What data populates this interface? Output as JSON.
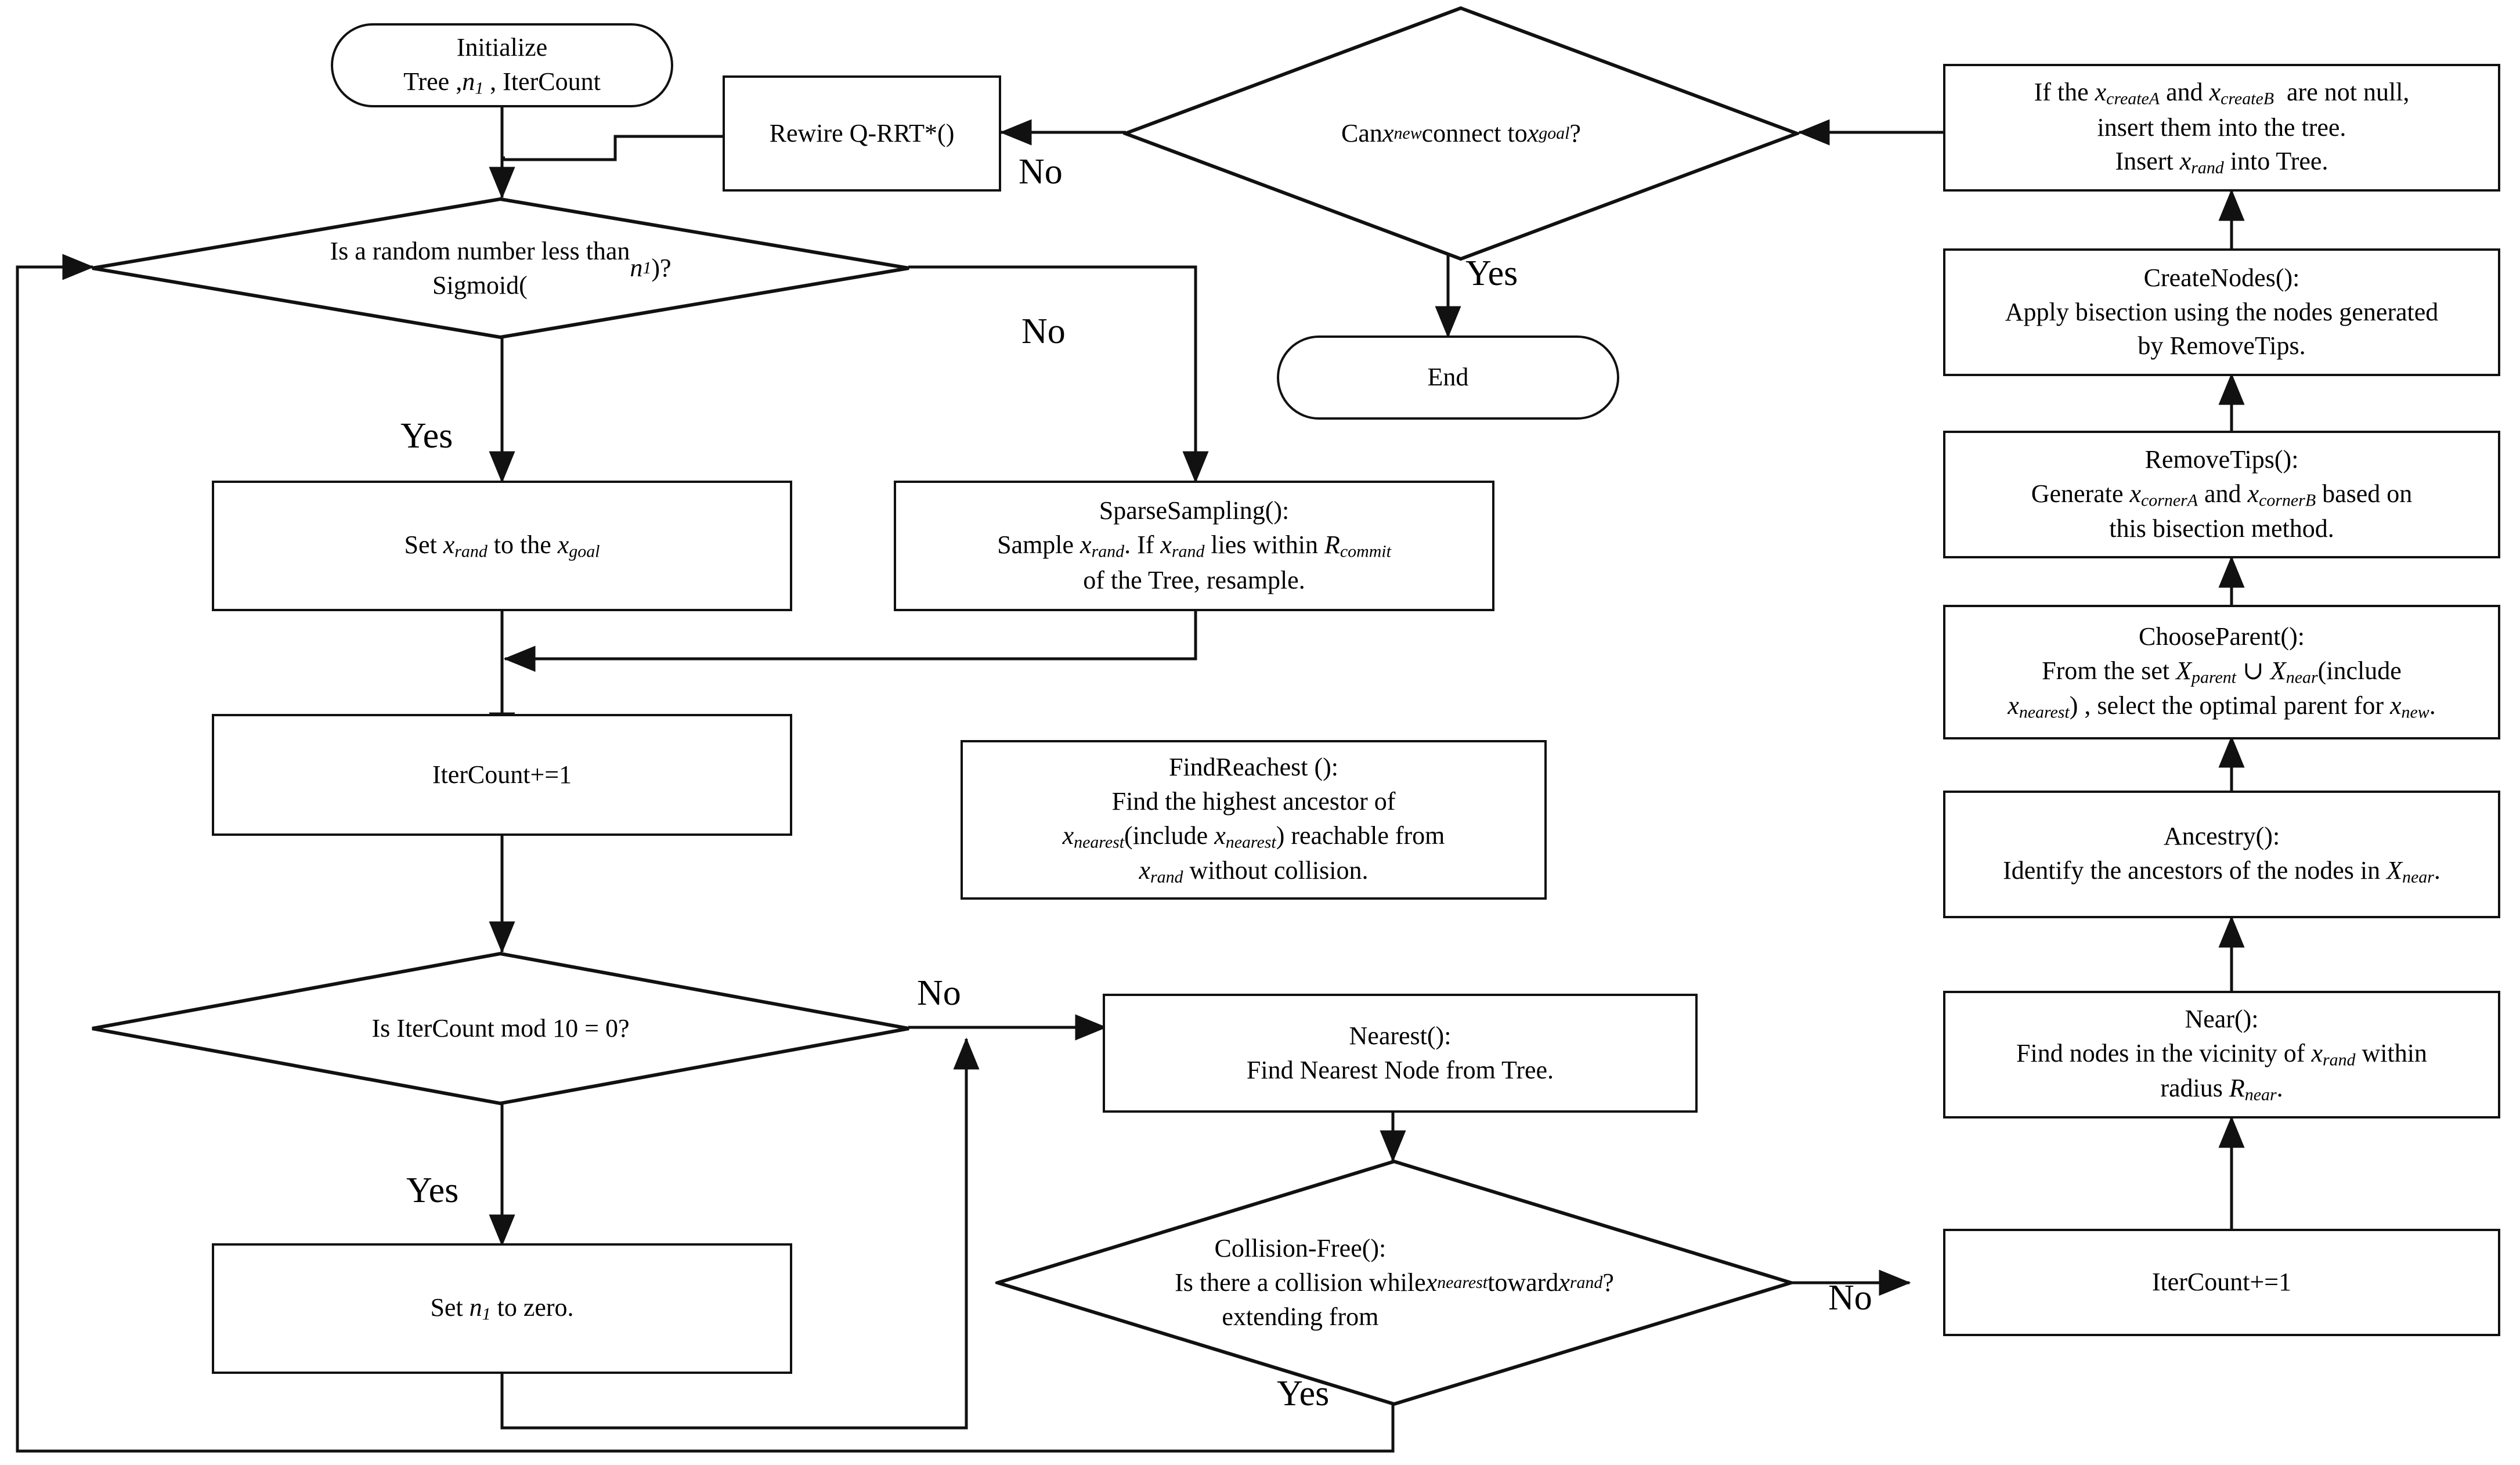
{
  "diagram": {
    "title": "Q-RRT* sparse sampling path planning flowchart",
    "type": "flowchart",
    "stroke_color": "#111111",
    "background_color": "#ffffff"
  },
  "nodes": {
    "initialize": {
      "shape": "terminator",
      "text": "Initialize\nTree ,n₁ , IterCount"
    },
    "rewire": {
      "shape": "process",
      "text": "Rewire Q-RRT*()"
    },
    "can_connect": {
      "shape": "decision",
      "text": "Can xₙₑᵤ connect to xᵍₒₐₗ?"
    },
    "insert_tree": {
      "shape": "process",
      "text": "If the x꜀ᵣₑₐₜₑₐ and x꜀ᵣₑₐₜₑ꜀ are not null,\ninsert them into the tree.\nInsert xᵣₐₙ꜀ into Tree."
    },
    "create_nodes": {
      "shape": "process",
      "text": "CreateNodes():\nApply bisection using the nodes generated\nby RemoveTips."
    },
    "remove_tips": {
      "shape": "process",
      "text": "RemoveTips():\nGenerate x꜀ₒᵣₙₑᵣₐ and x꜀ₒᵣₙₑᵣ꜀ based on\nthis bisection method."
    },
    "choose_parent": {
      "shape": "process",
      "text": "ChooseParent():\nFrom the set Xₚₐᵣₑₙₜ ∪ Xₙₑₐᵣ(include\nxₙₑₐᵣₑₛₜ) , select the optimal parent for xₙₑᵤ."
    },
    "ancestry": {
      "shape": "process",
      "text": "Ancestry():\nIdentify the ancestors of the nodes in Xₙₑₐᵣ."
    },
    "near": {
      "shape": "process",
      "text": "Near():\nFind nodes in the vicinity of xᵣₐₙ꜀ within\nradius Rₙₑₐᵣ."
    },
    "end": {
      "shape": "terminator",
      "text": "End"
    },
    "random_sigmoid": {
      "shape": "decision",
      "text": "Is a random number less than\nSigmoid(n₁)?"
    },
    "set_xrand_goal": {
      "shape": "process",
      "text": "Set xᵣₐₙ꜀ to the xᵍₒₐₗ"
    },
    "sparse_sampling": {
      "shape": "process",
      "text": "SparseSampling():\nSample xᵣₐₙ꜀. If xᵣₐₙ꜀ lies within R꜀ₒₘₘᵢₜ\nof the Tree, resample."
    },
    "itercount_left": {
      "shape": "process",
      "text": "IterCount+=1"
    },
    "find_reachest": {
      "shape": "process",
      "text": "FindReachest ():\nFind the highest ancestor of\nxₙₑₐᵣₑₛₜ(include xₙₑₐᵣₑₛₜ) reachable from\nxᵣₐₙ꜀ without collision."
    },
    "itercount_mod": {
      "shape": "decision",
      "text": "Is IterCount mod 10 = 0?"
    },
    "set_n1_zero": {
      "shape": "process",
      "text": "Set n₁ to zero."
    },
    "nearest": {
      "shape": "process",
      "text": "Nearest():\nFind Nearest Node from Tree."
    },
    "collision_free": {
      "shape": "decision",
      "text": "Collision-Free():\nIs there a collision while\nextending from\nxₙₑₐᵣₑₛₜ toward xᵣₐₙ꜀?"
    },
    "itercount_right": {
      "shape": "process",
      "text": "IterCount+=1"
    }
  },
  "edge_labels": {
    "can_connect_no": "No",
    "can_connect_yes": "Yes",
    "sigmoid_no": "No",
    "sigmoid_yes": "Yes",
    "mod_no": "No",
    "mod_yes": "Yes",
    "collision_no": "No",
    "collision_yes": "Yes"
  }
}
